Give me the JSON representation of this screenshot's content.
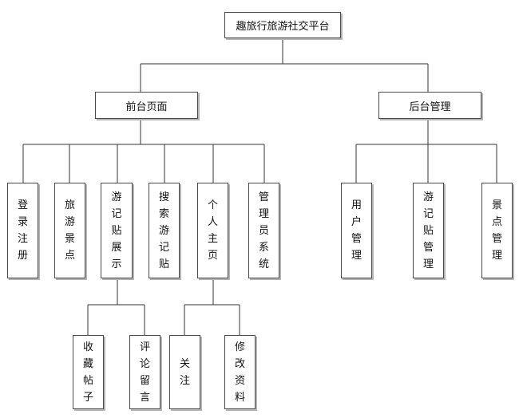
{
  "root": {
    "label": "趣旅行旅游社交平台"
  },
  "frontend": {
    "label": "前台页面",
    "children": [
      "登录注册",
      "旅游景点",
      "游记贴展示",
      "搜索游记贴",
      "个人主页",
      "管理员系统"
    ]
  },
  "backend": {
    "label": "后台管理",
    "children": [
      "用户管理",
      "游记贴管理",
      "景点管理"
    ]
  },
  "post_display_children": [
    "收藏帖子",
    "评论留言"
  ],
  "personal_home_children": [
    "关注",
    "修改资料"
  ]
}
